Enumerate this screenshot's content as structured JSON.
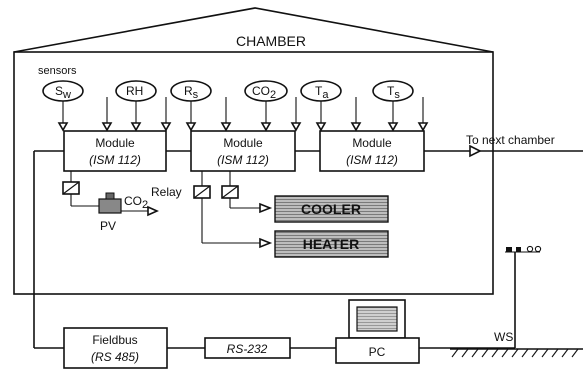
{
  "chamber": {
    "title": "CHAMBER",
    "sensors_label": "sensors"
  },
  "sensors": [
    {
      "main": "S",
      "sub": "w"
    },
    {
      "main": "RH",
      "sub": ""
    },
    {
      "main": "R",
      "sub": "s"
    },
    {
      "main": "CO",
      "sub": "2"
    },
    {
      "main": "T",
      "sub": "a"
    },
    {
      "main": "T",
      "sub": "s"
    }
  ],
  "modules": [
    {
      "name": "Module",
      "model": "(ISM 112)"
    },
    {
      "name": "Module",
      "model": "(ISM 112)"
    },
    {
      "name": "Module",
      "model": "(ISM 112)"
    }
  ],
  "labels": {
    "next_chamber": "To next chamber",
    "relay": "Relay",
    "pv": "PV",
    "co2_main": "CO",
    "co2_sub": "2",
    "ws": "WS"
  },
  "actuators": {
    "cooler": "COOLER",
    "heater": "HEATER"
  },
  "bottom": {
    "fieldbus_name": "Fieldbus",
    "fieldbus_model": "(RS 485)",
    "rs232": "RS-232",
    "pc": "PC"
  }
}
